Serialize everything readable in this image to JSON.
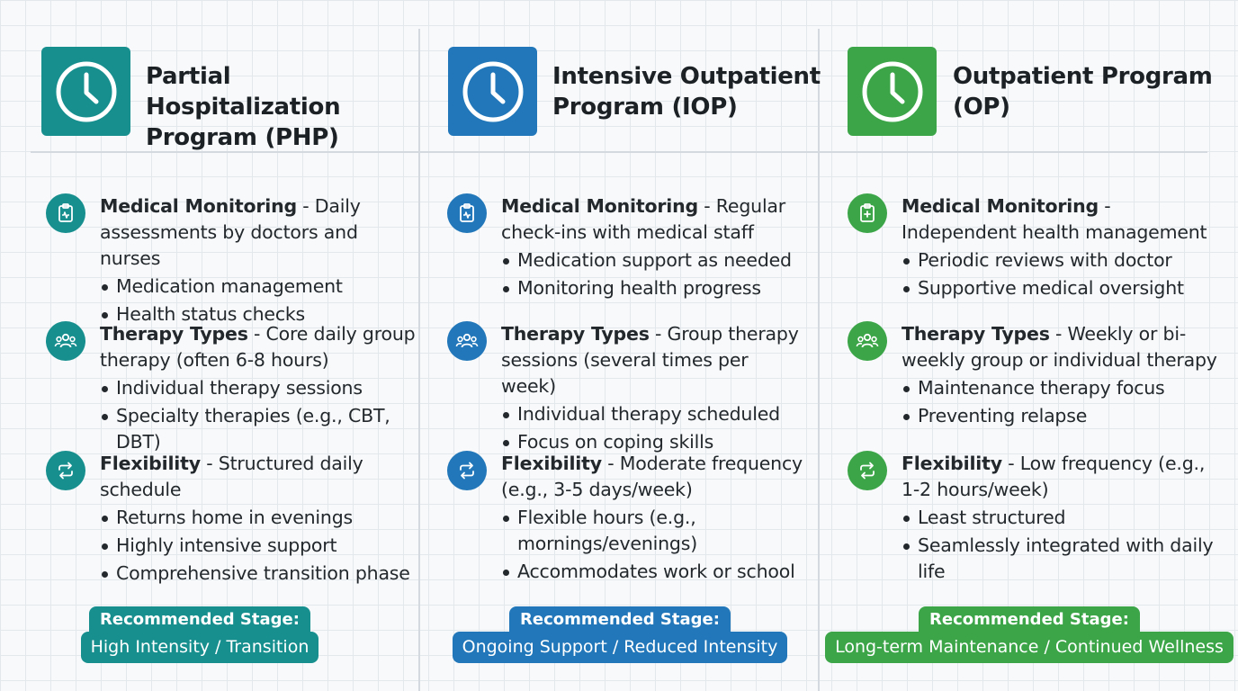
{
  "programs": [
    {
      "title": "Partial Hospitalization Program (PHP)",
      "color": "#178f8f",
      "icon": "clock-icon",
      "sections": [
        {
          "icon": "clipboard-icon",
          "label": "Medical Monitoring",
          "text": "Daily assessments by doctors and nurses",
          "bullets": [
            "Medication management",
            "Health status checks"
          ]
        },
        {
          "icon": "group-icon",
          "label": "Therapy Types",
          "text": "Core daily group therapy (often 6-8 hours)",
          "bullets": [
            "Individual therapy sessions",
            "Specialty therapies (e.g., CBT, DBT)"
          ]
        },
        {
          "icon": "repeat-icon",
          "label": "Flexibility",
          "text": "Structured daily schedule",
          "bullets": [
            "Returns home in evenings",
            "Highly intensive support",
            "Comprehensive transition phase"
          ]
        }
      ],
      "stage_label": "Recommended Stage:",
      "stage_value": "High Intensity / Transition"
    },
    {
      "title": "Intensive Outpatient Program (IOP)",
      "color": "#2177b9",
      "icon": "clock-icon",
      "sections": [
        {
          "icon": "clipboard-icon",
          "label": "Medical Monitoring",
          "text": "Regular check-ins with medical staff",
          "bullets": [
            "Medication support as needed",
            "Monitoring health progress"
          ]
        },
        {
          "icon": "group-icon",
          "label": "Therapy Types",
          "text": "Group therapy sessions (several times per week)",
          "bullets": [
            "Individual therapy scheduled",
            "Focus on coping skills"
          ]
        },
        {
          "icon": "repeat-icon",
          "label": "Flexibility",
          "text": "Moderate frequency (e.g., 3-5 days/week)",
          "bullets": [
            "Flexible hours (e.g., mornings/evenings)",
            "Accommodates work or school"
          ]
        }
      ],
      "stage_label": "Recommended Stage:",
      "stage_value": "Ongoing Support / Reduced Intensity"
    },
    {
      "title": "Outpatient Program (OP)",
      "color": "#3ba548",
      "icon": "clock-icon",
      "sections": [
        {
          "icon": "clipboard-icon",
          "label": "Medical Monitoring",
          "text": "Independent health management",
          "bullets": [
            "Periodic reviews with doctor",
            "Supportive medical oversight"
          ]
        },
        {
          "icon": "group-icon",
          "label": "Therapy Types",
          "text": "Weekly or bi-weekly group or individual therapy",
          "bullets": [
            "Maintenance therapy focus",
            "Preventing relapse"
          ]
        },
        {
          "icon": "repeat-icon",
          "label": "Flexibility",
          "text": "Low frequency (e.g., 1-2 hours/week)",
          "bullets": [
            "Least structured",
            "Seamlessly integrated with daily life"
          ]
        }
      ],
      "stage_label": "Recommended Stage:",
      "stage_value": "Long-term Maintenance / Continued Wellness"
    }
  ]
}
